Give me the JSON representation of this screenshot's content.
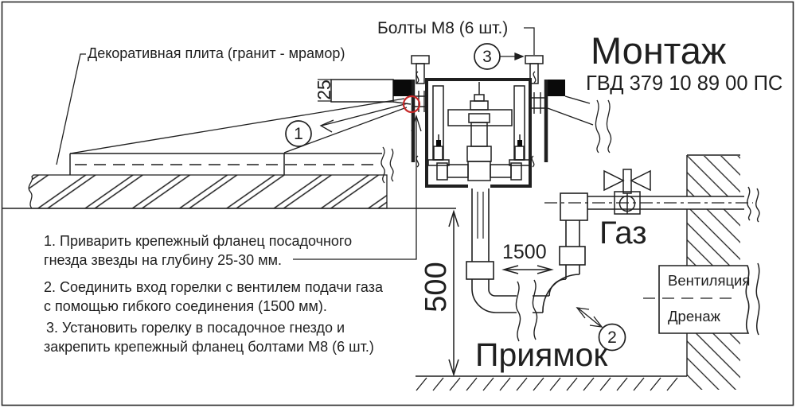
{
  "title": {
    "name": "Монтаж",
    "code": "ГВД 379 10 89 00 ПС"
  },
  "labels": {
    "bolts": "Болты М8 (6 шт.)",
    "decorative_plate": "Декоративная плита (гранит - мрамор)",
    "gas": "Газ",
    "pit": "Приямок",
    "ventilation": "Вентиляция",
    "drainage": "Дренаж"
  },
  "dimensions": {
    "plate_thickness": "25",
    "pit_depth": "500",
    "hose_length": "1500"
  },
  "callouts": {
    "c1": "1",
    "c2": "2",
    "c3": "3"
  },
  "instructions": [
    {
      "line1": "1. Приварить крепежный фланец посадочного",
      "line2": "гнезда звезды на глубину 25-30 мм."
    },
    {
      "line1": "2. Соединить вход горелки с вентилем подачи газа",
      "line2": "с помощью гибкого соединения (1500 мм)."
    },
    {
      "line1": "3.  Установить горелку в посадочное гнездо и",
      "line2": "закрепить крепежный фланец болтами М8  (6 шт.)"
    }
  ],
  "colors": {
    "line": "#1f1f1f",
    "highlight_red": "#c62828",
    "background": "#ffffff"
  }
}
